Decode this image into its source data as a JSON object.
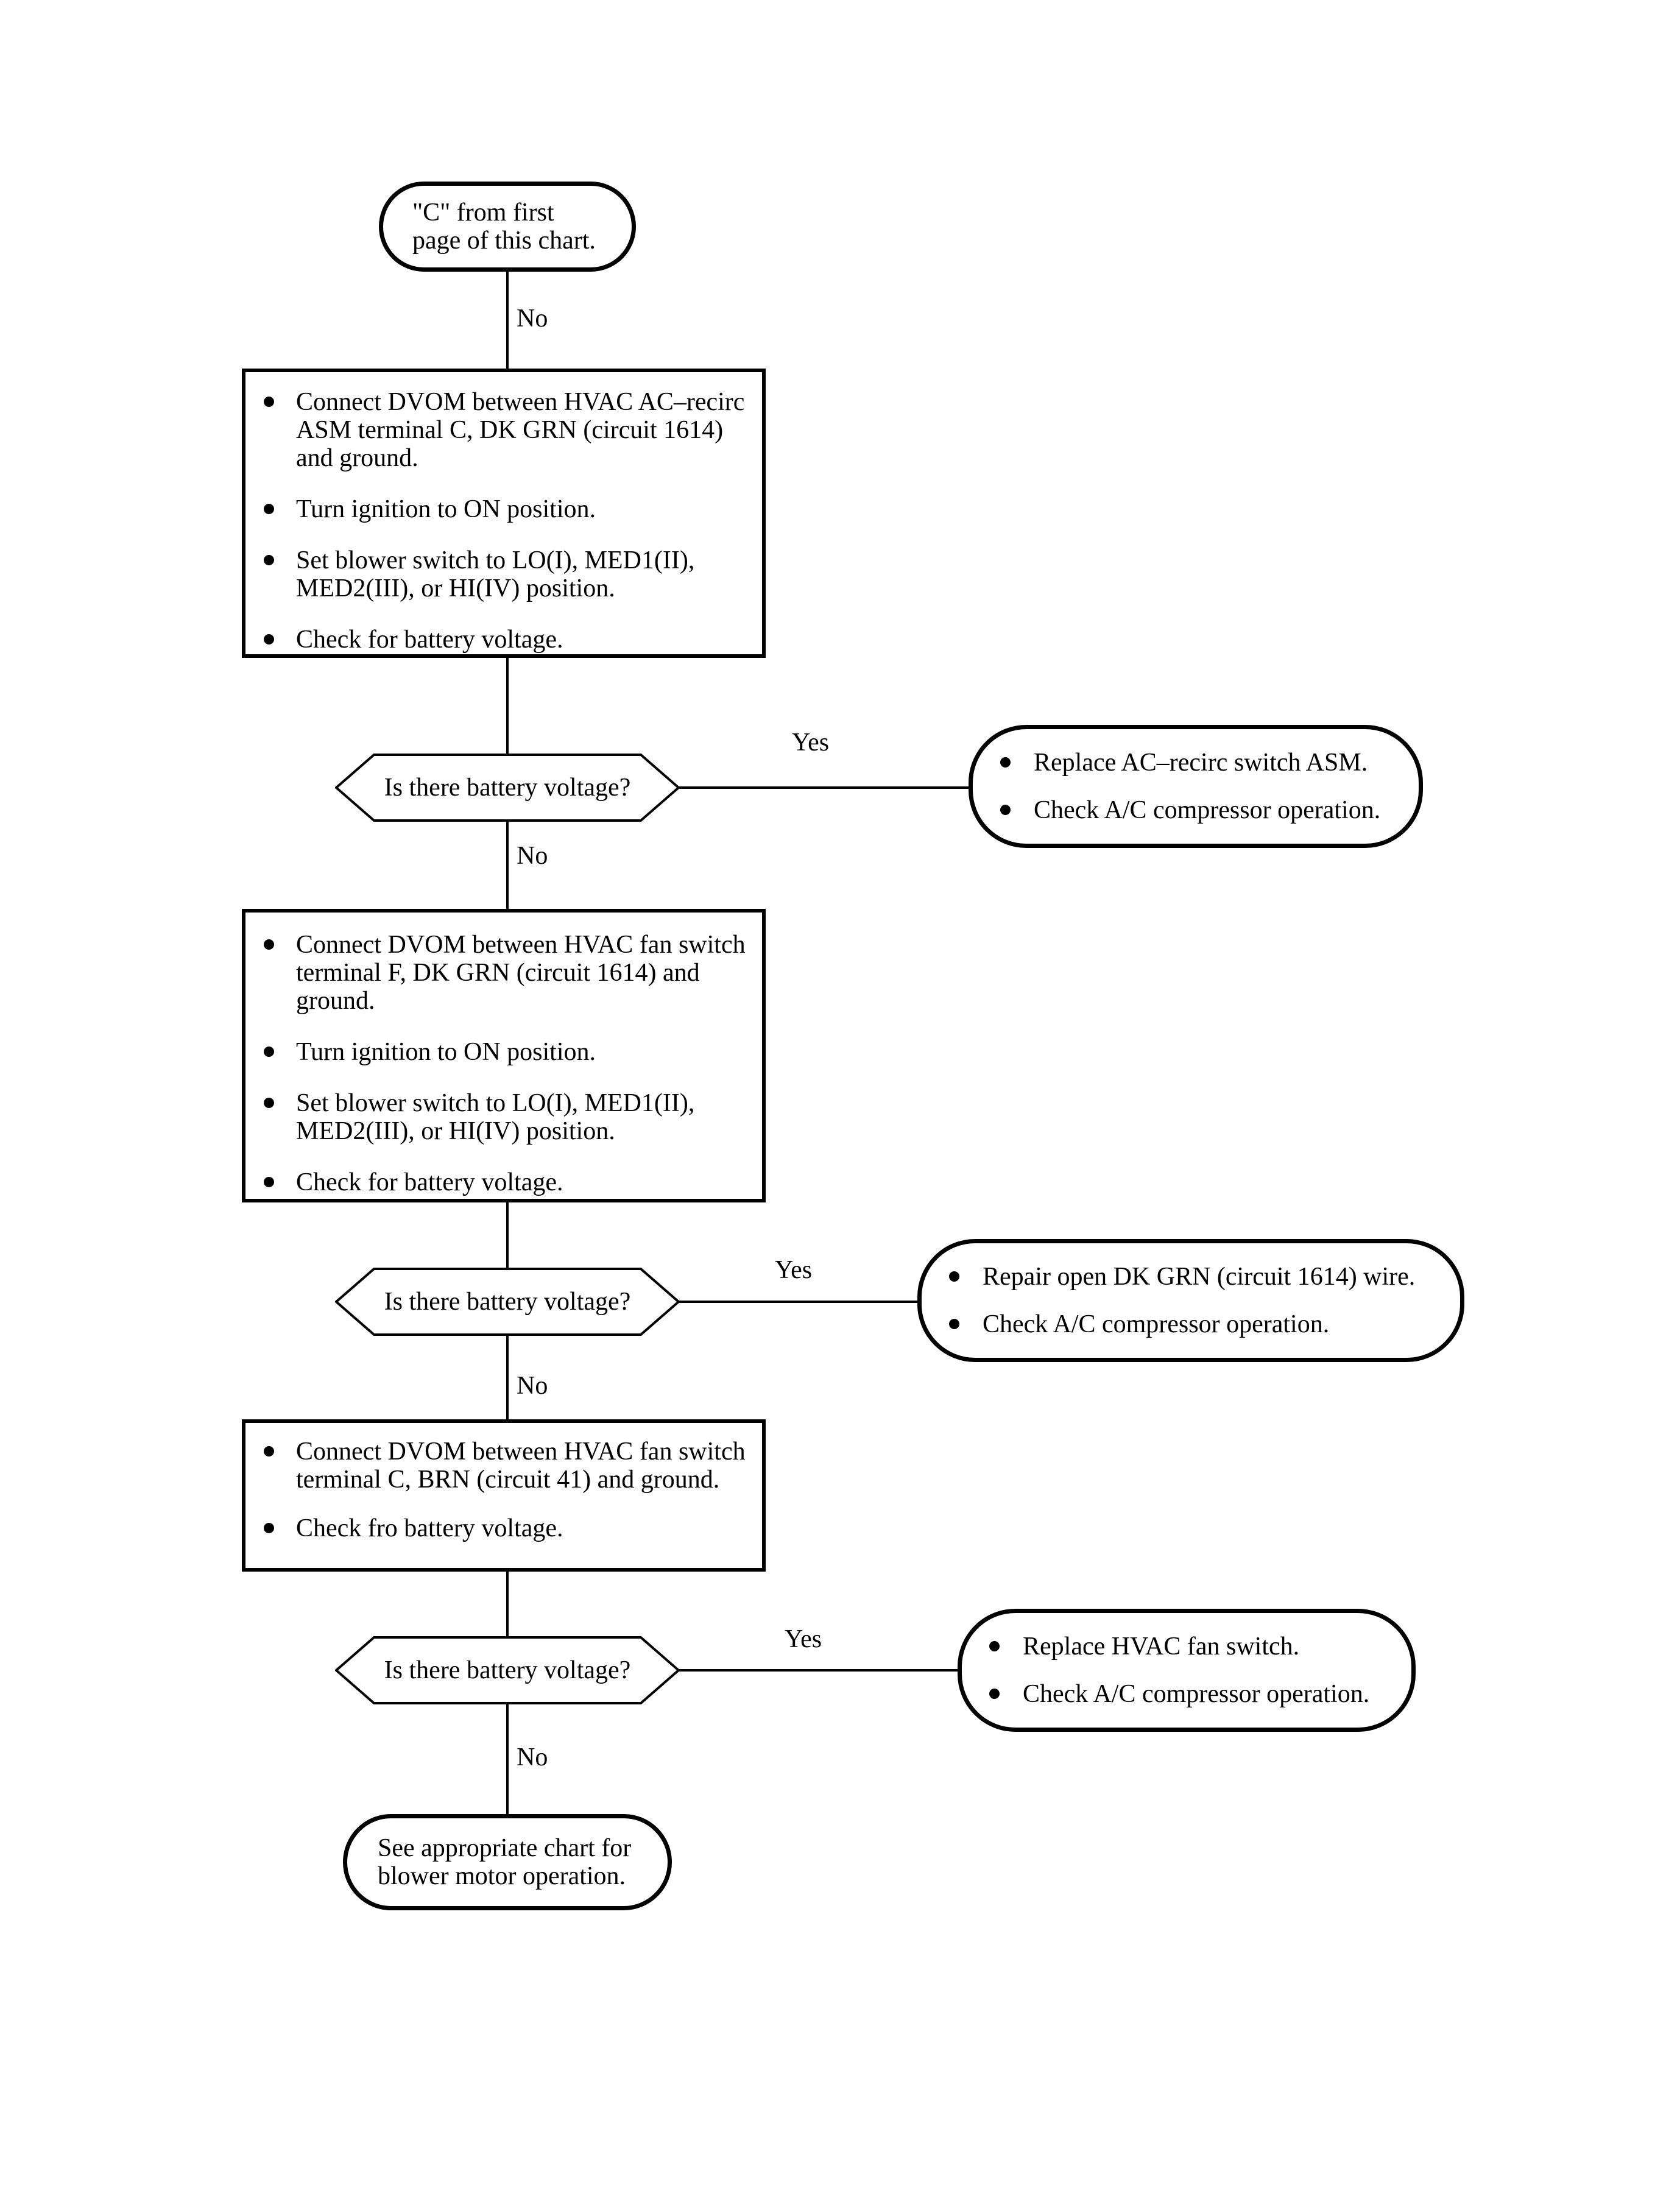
{
  "diagram": {
    "colors": {
      "background": "#ffffff",
      "ink": "#000000"
    },
    "start_terminal": {
      "text": "\"C\" from first\npage of this chart."
    },
    "branch_labels": {
      "yes": "Yes",
      "no": "No"
    },
    "process_steps": [
      {
        "items": [
          "Connect DVOM between HVAC AC–recirc\nASM terminal C, DK GRN (circuit 1614)\nand ground.",
          "Turn ignition to ON position.",
          "Set blower switch to LO(I), MED1(II),\nMED2(III), or HI(IV) position.",
          "Check for battery voltage."
        ]
      },
      {
        "items": [
          "Connect DVOM between HVAC fan switch\nterminal F, DK GRN (circuit 1614) and\nground.",
          "Turn ignition to ON position.",
          "Set blower switch to LO(I), MED1(II),\nMED2(III), or HI(IV) position.",
          "Check for battery voltage."
        ]
      },
      {
        "items": [
          "Connect DVOM between HVAC fan switch\nterminal C, BRN (circuit 41) and ground.",
          "Check fro battery voltage."
        ]
      }
    ],
    "decisions": [
      {
        "question": "Is there battery voltage?"
      },
      {
        "question": "Is there battery voltage?"
      },
      {
        "question": "Is there battery voltage?"
      }
    ],
    "yes_results": [
      {
        "items": [
          "Replace AC–recirc switch ASM.",
          "Check A/C compressor operation."
        ]
      },
      {
        "items": [
          "Repair open DK GRN (circuit 1614) wire.",
          "Check A/C compressor operation."
        ]
      },
      {
        "items": [
          "Replace HVAC fan switch.",
          "Check A/C compressor operation."
        ]
      }
    ],
    "end_terminal": {
      "text": "See appropriate chart for\nblower motor operation."
    }
  }
}
